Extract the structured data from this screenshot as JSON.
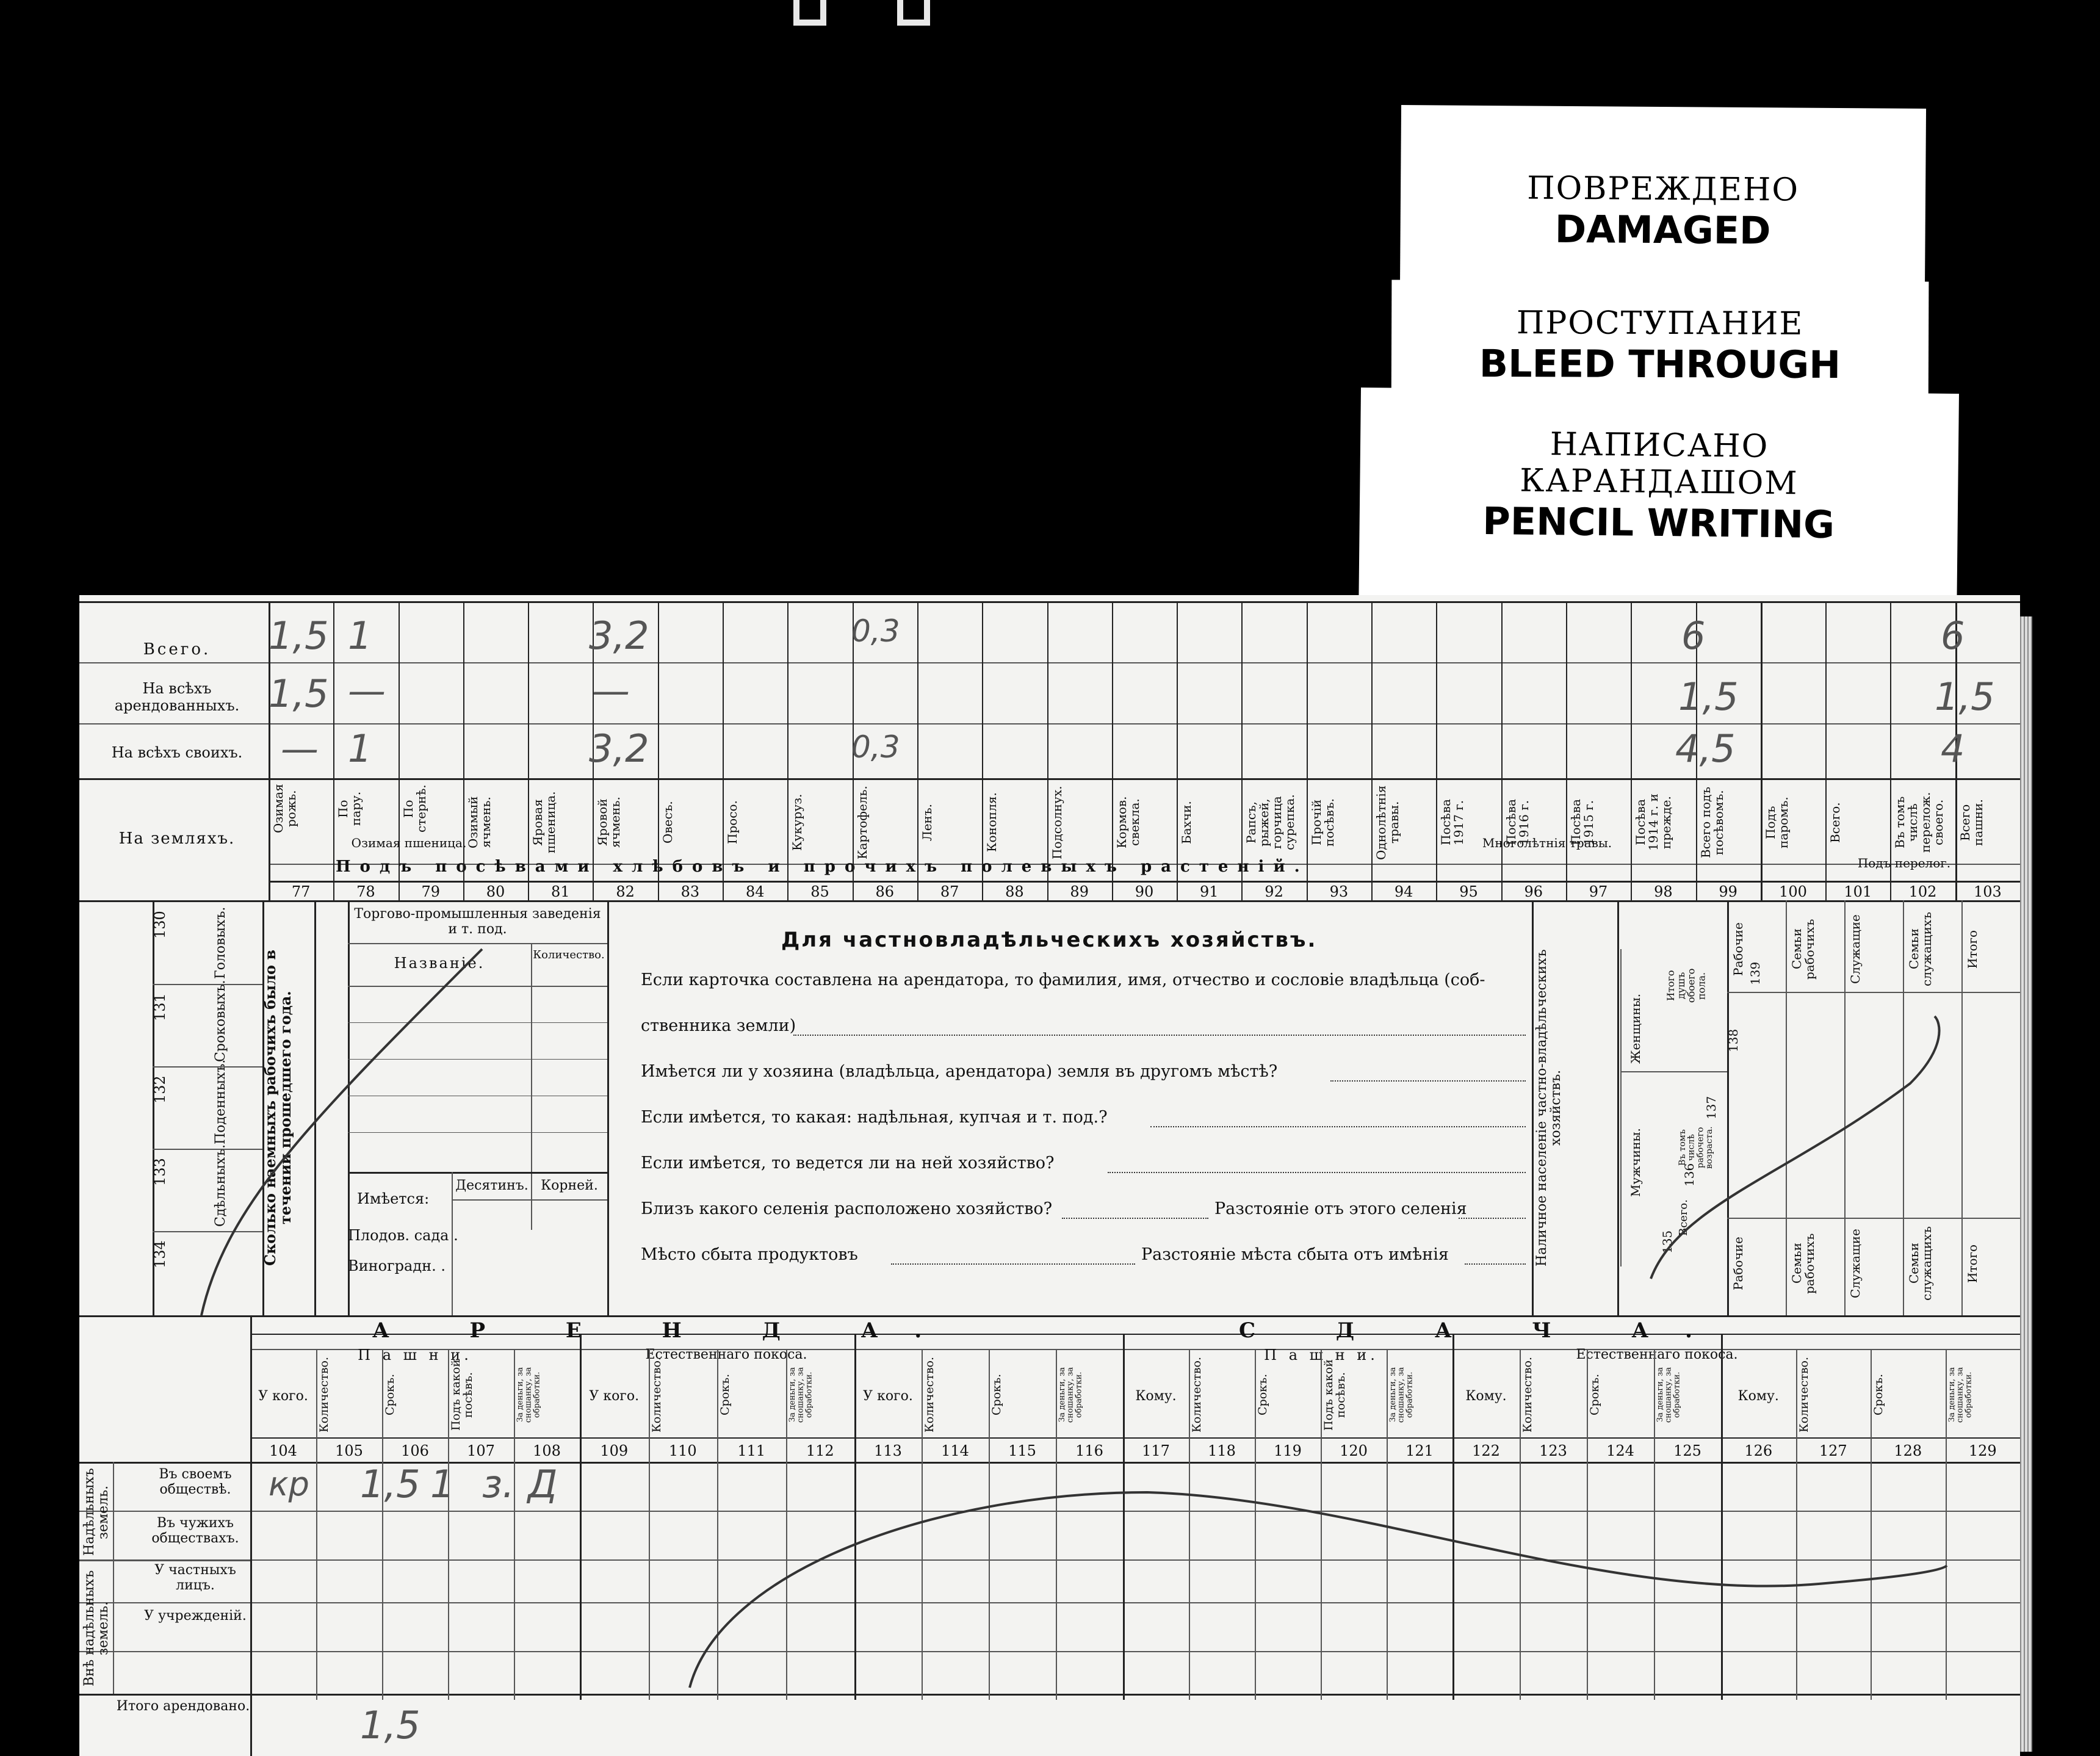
{
  "notices": [
    {
      "ru": "ПОВРЕЖДЕНО",
      "en": "DAMAGED"
    },
    {
      "ru": "ПРОСТУПАНИЕ",
      "en": "BLEED THROUGH"
    },
    {
      "ru": "НАПИСАНО",
      "ru2": "КАРАНДАШОМ",
      "en": "PENCIL WRITING"
    }
  ],
  "crops": {
    "row_labels": [
      "Всего.",
      "На всѣхъ арендованныхъ.",
      "На всѣхъ своихъ.",
      "На земляхъ."
    ],
    "banner": "Подъ посѣвами хлѣбовъ и прочихъ полевыхъ растеній.",
    "subhead_ozim": "Озимая пшеница.",
    "subhead_mnog": "Многолѣтнія травы.",
    "subhead_perelog": "Подъ перелог.",
    "columns": [
      "Озимая рожь.",
      "По пару.",
      "По стернѣ.",
      "Озимый ячмень.",
      "Яровая пшеница.",
      "Яровой ячмень.",
      "Овесъ.",
      "Просо.",
      "Кукуруз.",
      "Картофель.",
      "Ленъ.",
      "Конопля.",
      "Подсолнух.",
      "Кормов. свекла.",
      "Бахчи.",
      "Рапсъ, рыжей, горчица сурепка.",
      "Прочій посѣвъ.",
      "Однолѣтнія травы.",
      "Посѣва 1917 г.",
      "Посѣва 1916 г.",
      "Посѣва 1915 г.",
      "Посѣва 1914 г. и прежде.",
      "Всего подъ посѣвомъ.",
      "Подъ паромъ.",
      "Всего.",
      "Въ томъ числѣ перелож. своего.",
      "Всего пашни."
    ],
    "numbers": [
      "77",
      "78",
      "79",
      "80",
      "81",
      "82",
      "83",
      "84",
      "85",
      "86",
      "87",
      "88",
      "89",
      "90",
      "91",
      "92",
      "93",
      "94",
      "95",
      "96",
      "97",
      "98",
      "99",
      "100",
      "101",
      "102",
      "103"
    ],
    "handwritten": {
      "total_c1": "1,5",
      "total_c2": "1",
      "total_c6": "3,2",
      "total_c10": "0,3",
      "total_c23": "6",
      "total_c27": "6",
      "arend_c1": "1,5",
      "arend_c2": "—",
      "arend_c6": "—",
      "arend_c23": "1,5",
      "arend_c27": "1,5",
      "svoi_c1": "—",
      "svoi_c2": "1",
      "svoi_c6": "3,2",
      "svoi_c10": "0,3",
      "svoi_c23": "4,5",
      "svoi_c27": "4"
    }
  },
  "middle": {
    "left_nums": [
      "130",
      "131",
      "132",
      "133",
      "134"
    ],
    "left_labels": [
      "Головыхъ.",
      "Сроковыхъ.",
      "Поденныхъ.",
      "Сдѣльныхъ."
    ],
    "hired_title": "Сколько наемныхъ рабочихъ было в течении прошедшего года.",
    "trade_title": "Торгово-промышленныя заведенія и т. под.",
    "trade_name": "Названіе.",
    "trade_qty": "Количество.",
    "has": "Имѣется:",
    "desyat": "Десятинъ.",
    "korney": "Корней.",
    "orchard": "Плодов. сада .",
    "vineyard": "Виноградн. .",
    "private_title": "Для частновладѣльческихъ хозяйствъ.",
    "q1a": "Если карточка составлена на арендатора, то фамилия, имя, отчество и сословіе владѣльца (соб-",
    "q1b": "ственника земли)",
    "q2": "Имѣется ли у хозяина (владѣльца, арендатора) земля въ другомъ мѣстѣ?",
    "q3": "Если имѣется, то какая: надѣльная, купчая и т. под.?",
    "q4": "Если имѣется, то ведется ли на ней хозяйство?",
    "q5a": "Близъ какого селенія расположено хозяйство?",
    "q5b": "Разстояніе отъ этого селенія",
    "q6a": "Мѣсто сбыта продуктовъ",
    "q6b": "Разстояніе мѣста сбыта отъ имѣнія",
    "pop_title": "Наличное населеніе частно-владѣльческихъ хозяйствъ.",
    "pop_cols": [
      "Мужчины.",
      "Женщины.",
      "Итого душъ обоего пола."
    ],
    "pop_sub": [
      "Всего.",
      "Въ томъ числѣ рабочего возраста."
    ],
    "pop_nums": [
      "135",
      "136",
      "137",
      "138",
      "139"
    ],
    "right_cols": [
      "Рабочие",
      "Семьи рабочихъ",
      "Служащие",
      "Семьи служащихъ",
      "Итого"
    ]
  },
  "lease": {
    "arenda": "А Р Е Н Д А.",
    "sdacha": "С Д А Ч А.",
    "pashni": "П а ш н и.",
    "pokos": "Естественнаго покоса.",
    "cols_a": [
      "У кого.",
      "Количество.",
      "Срокъ.",
      "Подъ какой посѣвъ.",
      "За деньги, за сношанку, за обработки."
    ],
    "cols_b": [
      "У кого.",
      "Количество.",
      "Срокъ.",
      "За деньги, за сношанку, за обработки."
    ],
    "cols_c": [
      "Кому.",
      "Количество.",
      "Срокъ.",
      "Подъ какой посѣвъ.",
      "За деньги, за сношанку, за обработки."
    ],
    "cols_d": [
      "Кому.",
      "Количество.",
      "Срокъ.",
      "За деньги, за сношанку, за обработки."
    ],
    "numbers": [
      "104",
      "105",
      "106",
      "107",
      "108",
      "109",
      "110",
      "111",
      "112",
      "113",
      "114",
      "115",
      "116",
      "117",
      "118",
      "119",
      "120",
      "121",
      "122",
      "123",
      "124",
      "125",
      "126",
      "127",
      "128",
      "129"
    ],
    "group1": "Надѣльныхъ земель.",
    "group2": "Внѣ надѣльныхъ земель.",
    "rows": [
      "Въ своемъ обществѣ.",
      "Въ чужихъ обществахъ.",
      "У частныхъ лицъ.",
      "У учрежденій.",
      "Итого арендовано."
    ],
    "handwritten": {
      "r1_who": "кр",
      "r1_qty": "1,5",
      "r1_term": "1",
      "r1_crop": "з.",
      "r1_pay": "Д",
      "total_qty": "1,5"
    }
  }
}
